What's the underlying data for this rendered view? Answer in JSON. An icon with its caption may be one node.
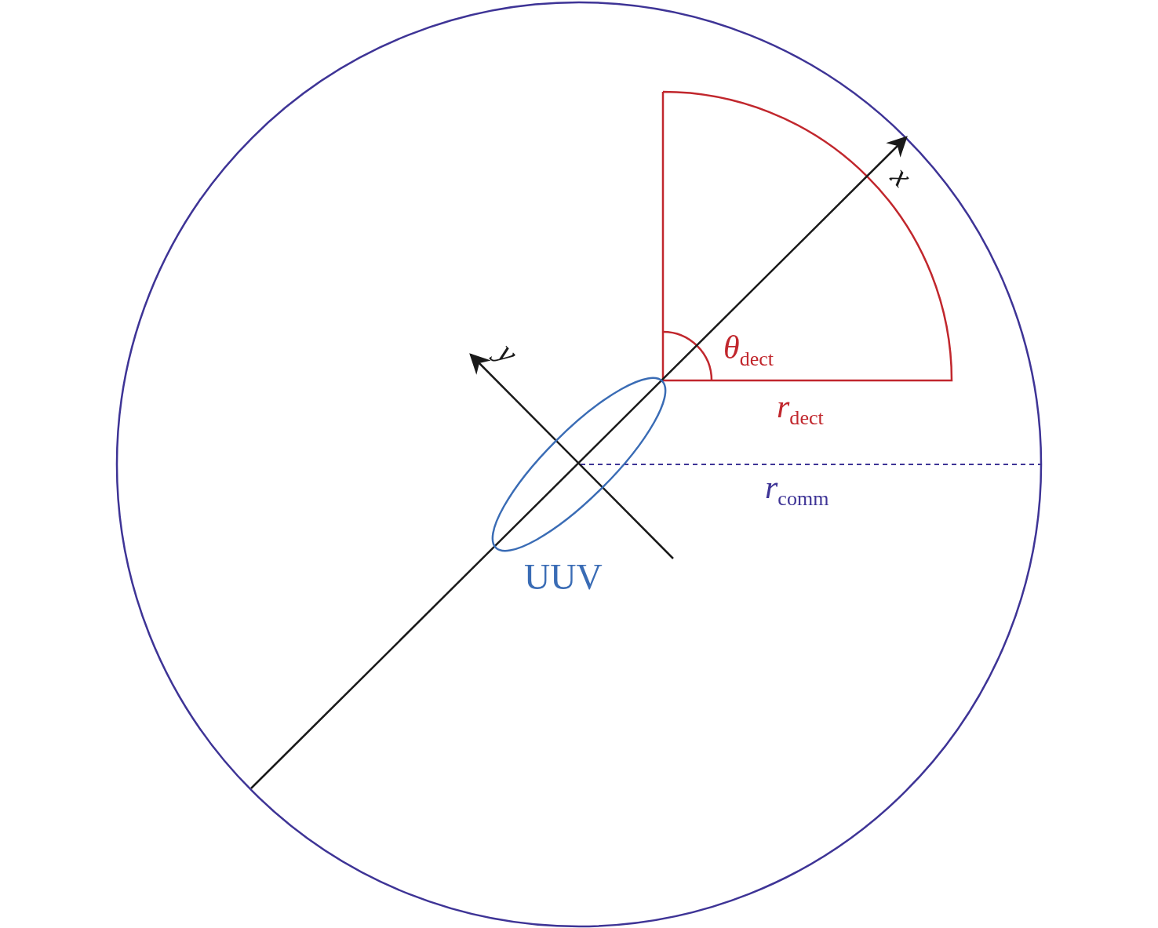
{
  "diagram": {
    "nodes": [
      {
        "text": [
          "UUV"
        ]
      }
    ],
    "labels": [
      "*x*",
      "*y*",
      "*θ*$_{dect}$",
      "*r*$_{dect}$",
      "*r*$_{comm}$"
    ]
  }
}
